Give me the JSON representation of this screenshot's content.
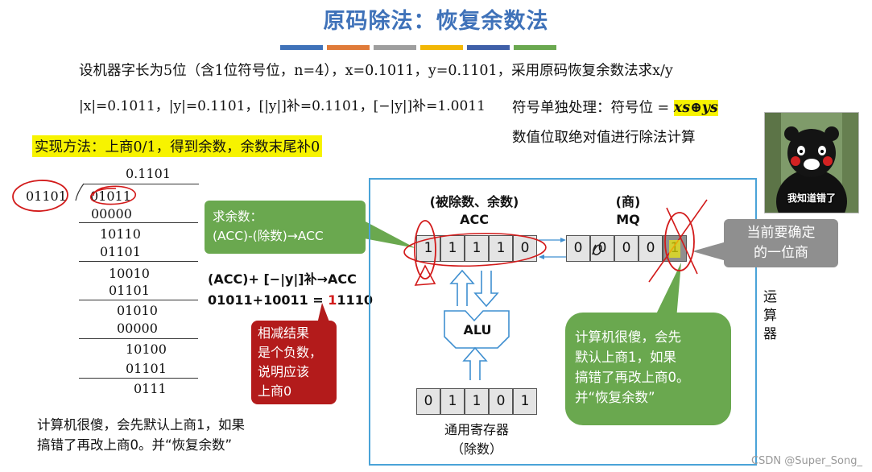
{
  "title": "原码除法：恢复余数法",
  "stripe_colors": [
    "#3f72b9",
    "#e07b39",
    "#9e9e9e",
    "#f2b705",
    "#3f5fa8",
    "#6aa84f"
  ],
  "line1": "设机器字长为5位（含1位符号位，n=4），x=0.1011，y=0.1101，采用原码恢复余数法求x/y",
  "line2": "|x|=0.1011，|y|=0.1101，[|y|]补=0.1101，[−|y|]补=1.0011",
  "sign_line1_prefix": "符号单独处理：符号位 = ",
  "sign_formula": "xs⊕ys",
  "sign_line2": "数值位取绝对值进行除法计算",
  "implementation": "实现方法：上商0/1，得到余数，余数末尾补0",
  "photo_caption": "我知道错了",
  "division": {
    "quotient": "0.1101",
    "divisor": "01101",
    "dividend": "01011",
    "steps": [
      "00000",
      "10110",
      "01101",
      "10010",
      "01101",
      "01010",
      "00000",
      "10100",
      "01101",
      "0111"
    ]
  },
  "green_box_1": {
    "line1": "求余数：",
    "line2": "(ACC)-(除数)→ACC"
  },
  "acc_formula": {
    "line1": "(ACC)+ [−|y|]补→ACC",
    "line2_prefix": "01011+10011 = ",
    "line2_red": "1",
    "line2_rest": "1110"
  },
  "red_box": [
    "相减结果",
    "是个负数，",
    "说明应该",
    "上商0"
  ],
  "acc_label_1": "(被除数、余数)",
  "acc_label_2": "ACC",
  "acc_cells": [
    "1",
    "1",
    "1",
    "1",
    "0"
  ],
  "mq_label_1": "(商)",
  "mq_label_2": "MQ",
  "mq_cells": [
    "0",
    "0",
    "0",
    "0",
    "1"
  ],
  "alu_label": "ALU",
  "reg_cells": [
    "0",
    "1",
    "1",
    "0",
    "1"
  ],
  "reg_label_1": "通用寄存器",
  "reg_label_2": "（除数）",
  "gray_box": [
    "当前要确定",
    "的一位商"
  ],
  "green_box_2": [
    "计算机很傻，会先",
    "默认上商1，如果",
    "搞错了再改上商0。",
    "并“恢复余数”"
  ],
  "side_label": [
    "运",
    "算",
    "器"
  ],
  "bottom_note": [
    "计算机很傻，会先默认上商1，如果",
    "搞错了再改上商0。并“恢复余数”"
  ],
  "watermark": "CSDN @Super_Song_",
  "colors": {
    "accent_blue": "#3f72b9",
    "green": "#6aa84f",
    "red": "#b31b1b",
    "highlight": "#f7f300",
    "panel_border": "#4aa3d8"
  }
}
